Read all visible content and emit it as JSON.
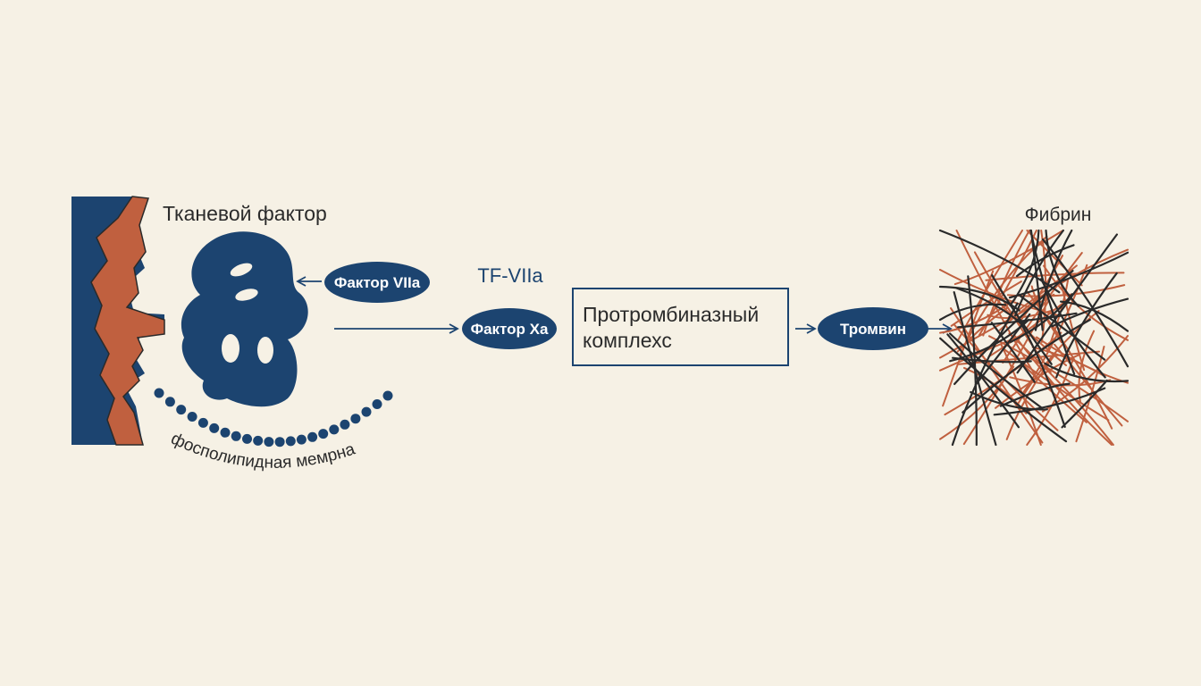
{
  "labels": {
    "tissue_factor": "Тканевой фактор",
    "factor_viia": "Фактор VIIa",
    "tf_viia": "TF-VIIa",
    "factor_xa": "Фактор Xa",
    "prothrombinase_line1": "Протромбиназный",
    "prothrombinase_line2": "комплехс",
    "thrombin": "Тромвин",
    "fibrin": "Фибрин",
    "membrane": "фосполипидная мемрна"
  },
  "colors": {
    "background": "#f6f1e5",
    "navy": "#1c4470",
    "rust": "#c0603f",
    "dark": "#2a2a2a",
    "text": "#2b2b2b",
    "white": "#ffffff"
  }
}
